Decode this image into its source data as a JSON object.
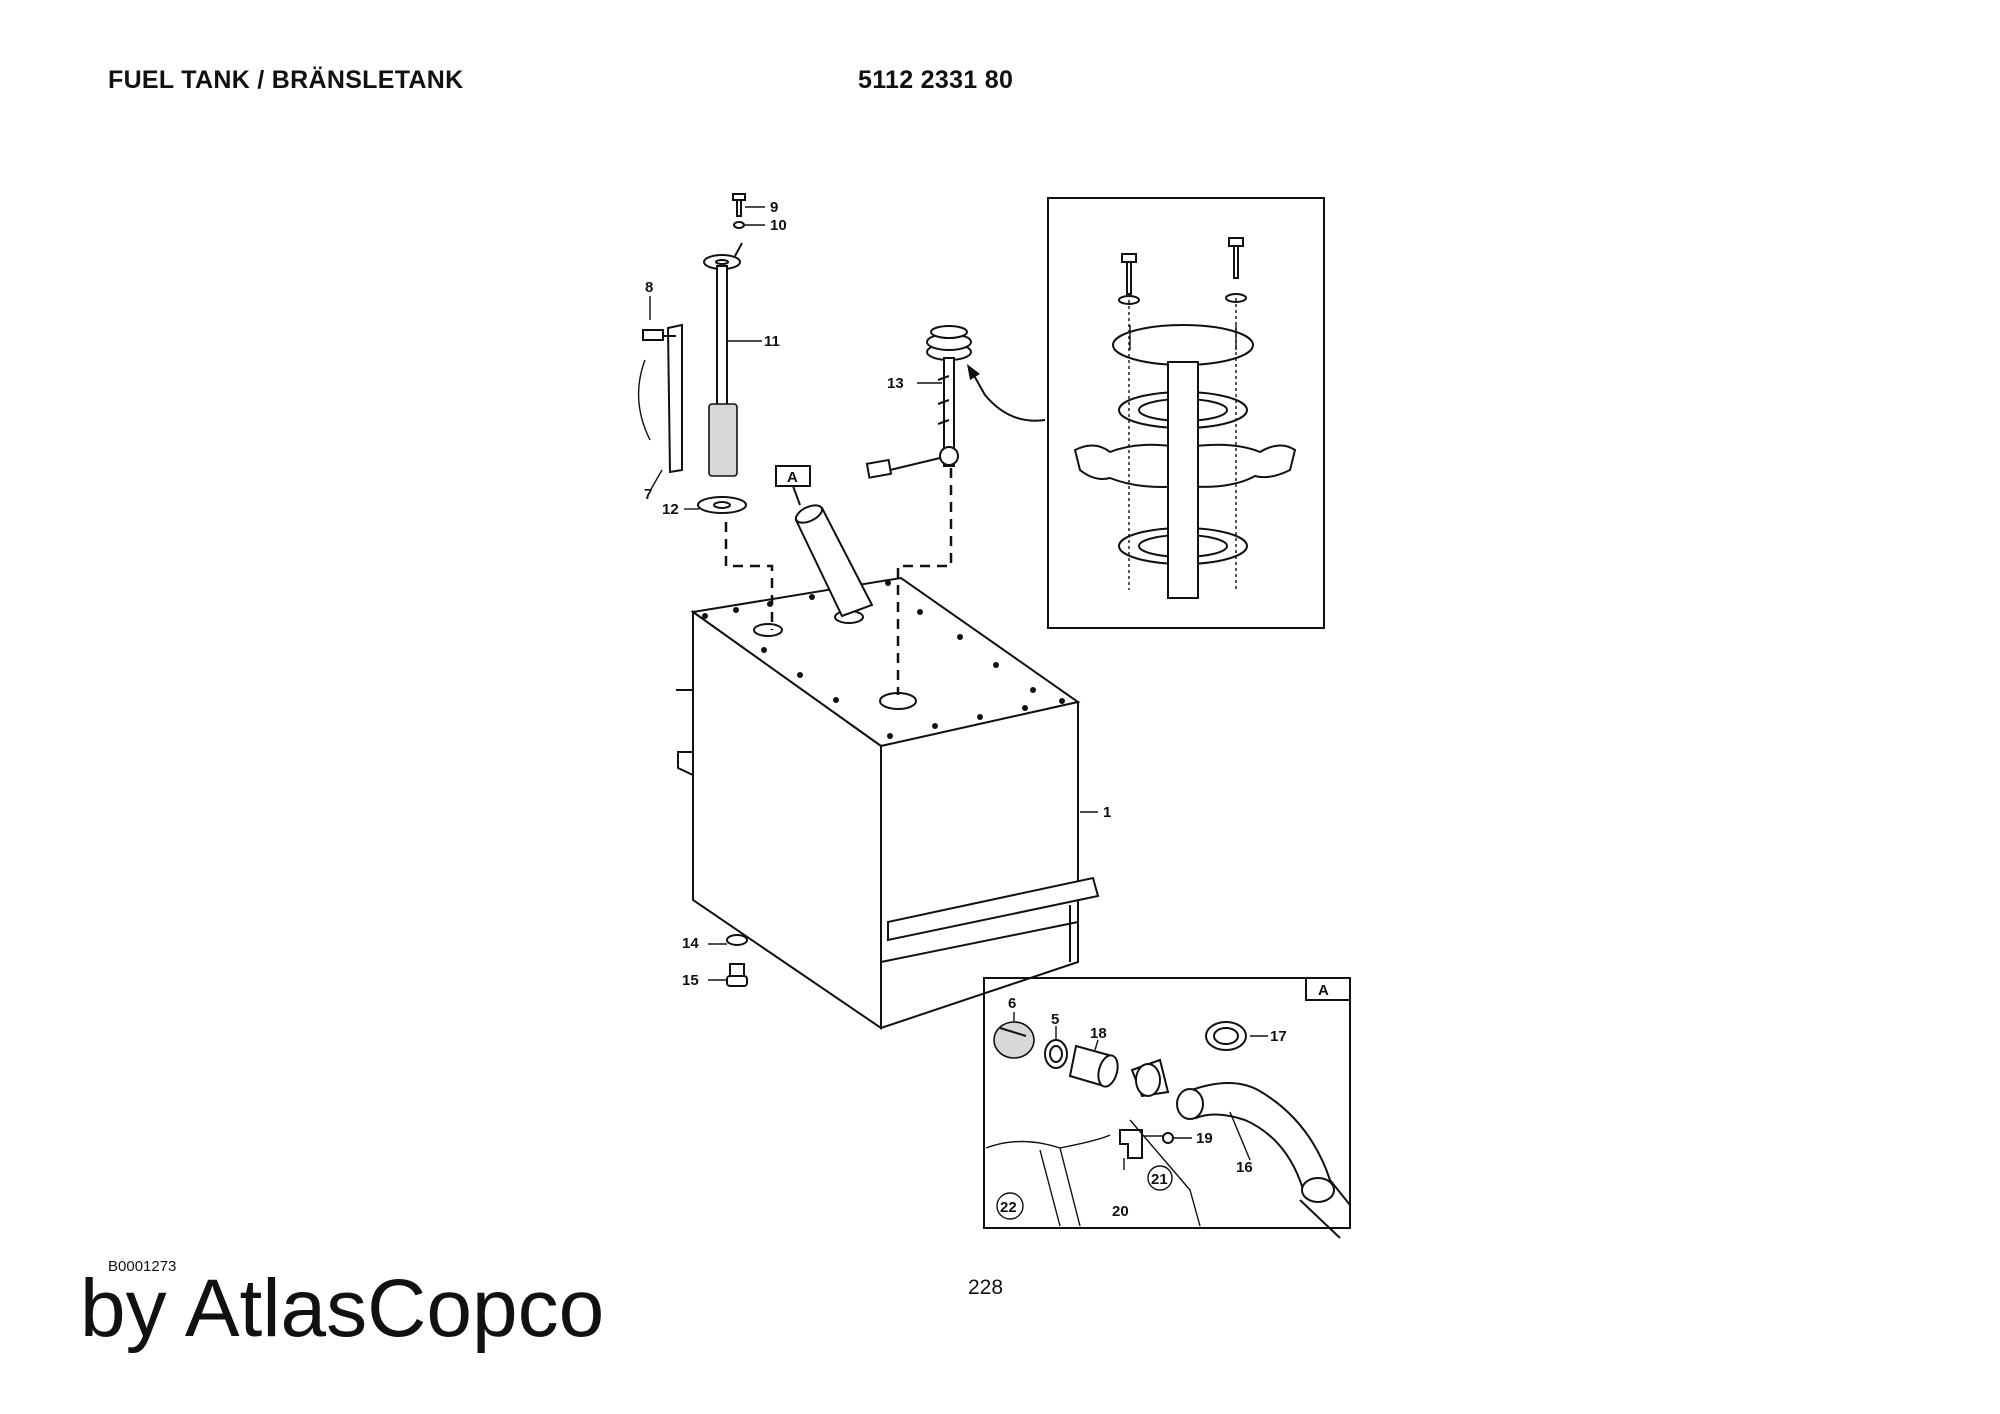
{
  "header": {
    "title": "FUEL TANK / BRÄNSLETANK",
    "part_number": "5112 2331 80"
  },
  "footer": {
    "doc_id": "B0001273",
    "page": "228",
    "brand": "by AtlasCopco"
  },
  "callouts": {
    "c1": "1",
    "c5": "5",
    "c6": "6",
    "c7": "7",
    "c8": "8",
    "c9": "9",
    "c10": "10",
    "c11": "11",
    "c12": "12",
    "c13": "13",
    "c14": "14",
    "c15": "15",
    "c16": "16",
    "c17": "17",
    "c18": "18",
    "c19": "19",
    "c20": "20",
    "c21": "21",
    "c22": "22"
  },
  "detail_label": "A"
}
